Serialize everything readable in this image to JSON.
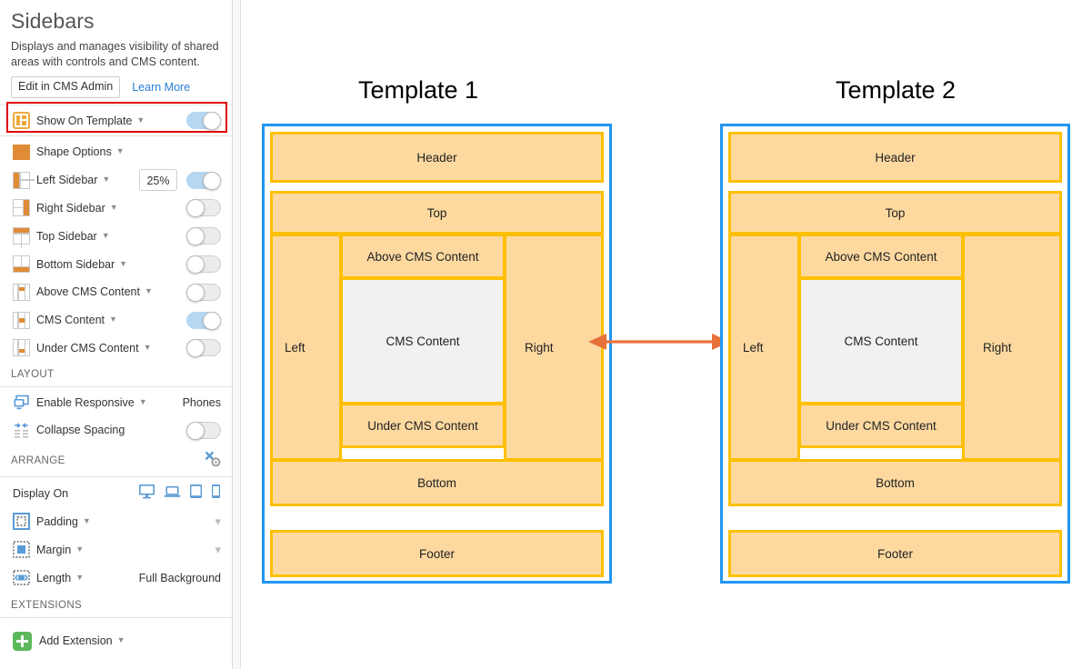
{
  "panel": {
    "title": "Sidebars",
    "description": "Displays and manages visibility of shared areas with controls and CMS content.",
    "edit_button": "Edit in CMS Admin",
    "learn_more": "Learn More",
    "highlighted_row": {
      "label": "Show On Template",
      "icon": "sidebar-template-icon",
      "toggle": "on"
    },
    "region_rows": [
      {
        "label": "Shape Options",
        "icon": "shape-swatch-icon",
        "toggle": null,
        "value": null
      },
      {
        "label": "Left Sidebar",
        "icon": "left-sidebar-icon",
        "toggle": "on",
        "value": "25%"
      },
      {
        "label": "Right Sidebar",
        "icon": "right-sidebar-icon",
        "toggle": "off",
        "value": null
      },
      {
        "label": "Top Sidebar",
        "icon": "top-sidebar-icon",
        "toggle": "off",
        "value": null
      },
      {
        "label": "Bottom Sidebar",
        "icon": "bottom-sidebar-icon",
        "toggle": "off",
        "value": null
      },
      {
        "label": "Above CMS Content",
        "icon": "above-cms-content-icon",
        "toggle": "off",
        "value": null
      },
      {
        "label": "CMS Content",
        "icon": "cms-content-icon",
        "toggle": "on",
        "value": null
      },
      {
        "label": "Under CMS Content",
        "icon": "under-cms-content-icon",
        "toggle": "off",
        "value": null
      }
    ],
    "layout_section": {
      "heading": "LAYOUT",
      "rows": [
        {
          "label": "Enable Responsive",
          "icon": "responsive-icon",
          "right_text": "Phones",
          "toggle": null
        },
        {
          "label": "Collapse Spacing",
          "icon": "collapse-spacing-icon",
          "right_text": null,
          "toggle": "off"
        }
      ]
    },
    "arrange_section": {
      "heading": "ARRANGE",
      "tools_icon": "tools-gear-icon",
      "display_on": {
        "label": "Display On",
        "devices": [
          "desktop-icon",
          "laptop-icon",
          "tablet-icon",
          "phone-icon"
        ]
      },
      "rows": [
        {
          "label": "Padding",
          "icon": "padding-icon",
          "right_text": null,
          "chevron": true
        },
        {
          "label": "Margin",
          "icon": "margin-icon",
          "right_text": null,
          "chevron": true
        },
        {
          "label": "Length",
          "icon": "length-icon",
          "right_text": "Full Background",
          "chevron": false
        }
      ]
    },
    "extensions_section": {
      "heading": "EXTENSIONS",
      "add_extension": "Add Extension",
      "add_icon": "plus-square-icon"
    }
  },
  "diagram": {
    "accent_blue": "#2196f3",
    "block_fill": "#fdd9a0",
    "block_border": "#fdc000",
    "cms_fill": "#f1f1f1",
    "arrow_color": "#e8703a",
    "arrow_name": "double-headed-arrow",
    "templates": [
      {
        "title": "Template 1",
        "blocks": {
          "header": "Header",
          "top": "Top",
          "left": "Left",
          "right": "Right",
          "above_cms": "Above CMS Content",
          "cms": "CMS Content",
          "under_cms": "Under CMS Content",
          "bottom": "Bottom",
          "footer": "Footer"
        }
      },
      {
        "title": "Template 2",
        "blocks": {
          "header": "Header",
          "top": "Top",
          "left": "Left",
          "right": "Right",
          "above_cms": "Above CMS Content",
          "cms": "CMS Content",
          "under_cms": "Under CMS Content",
          "bottom": "Bottom",
          "footer": "Footer"
        }
      }
    ]
  }
}
